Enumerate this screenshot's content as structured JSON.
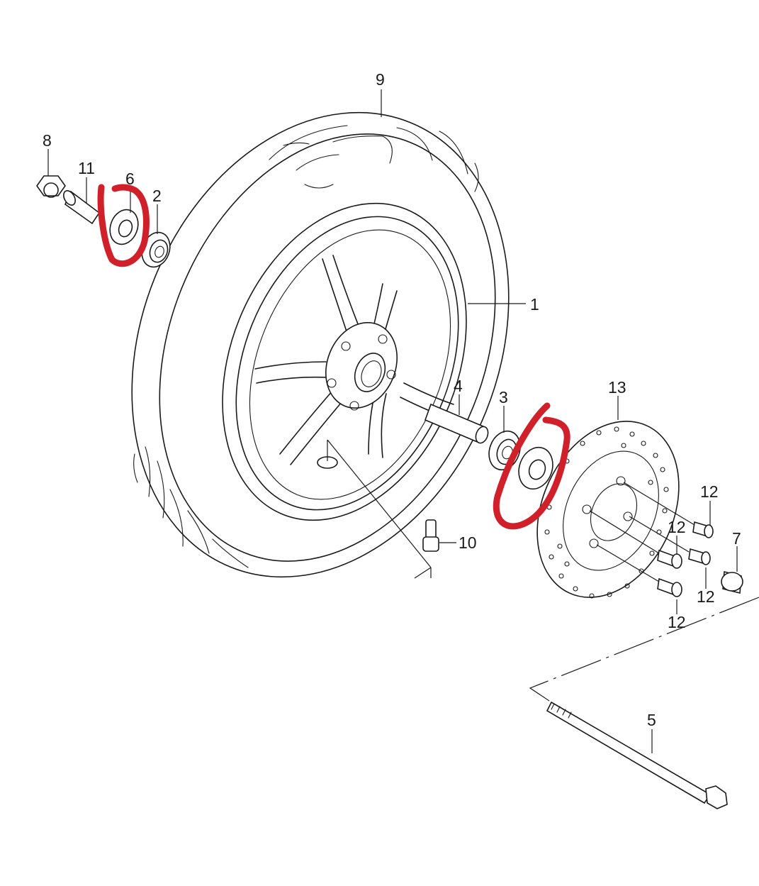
{
  "callouts": {
    "c1": "1",
    "c2": "2",
    "c3": "3",
    "c4": "4",
    "c5": "5",
    "c6": "6",
    "c7": "7",
    "c8": "8",
    "c9": "9",
    "c10": "10",
    "c11": "11",
    "c12a": "12",
    "c12b": "12",
    "c12c": "12",
    "c12d": "12",
    "c13": "13"
  },
  "annotation_color": "#d0202a",
  "line_color": "#1a1a1a"
}
